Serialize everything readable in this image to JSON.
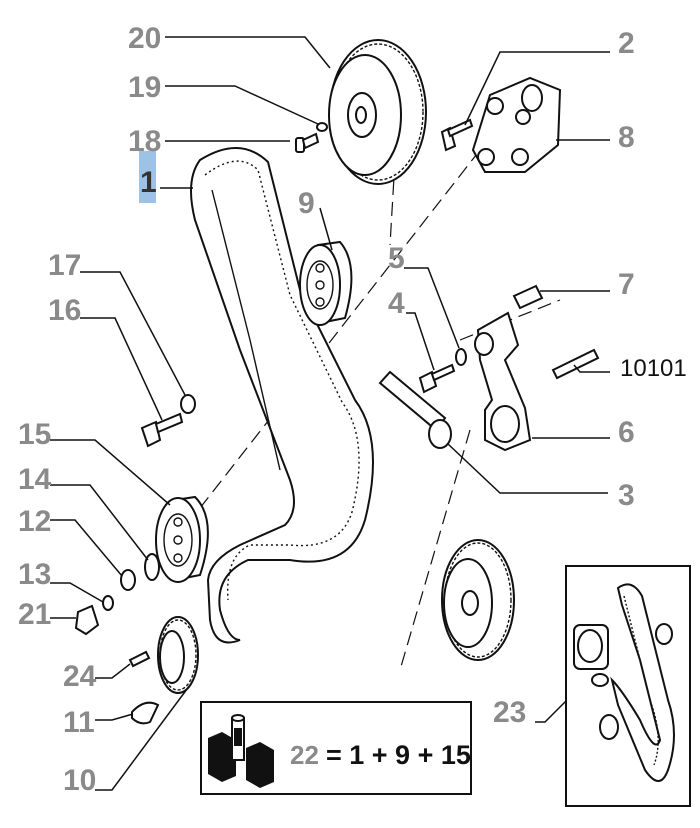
{
  "callouts": {
    "n20": "20",
    "n19": "19",
    "n18": "18",
    "n1": "1",
    "n2": "2",
    "n8": "8",
    "n9": "9",
    "n17": "17",
    "n16": "16",
    "n5": "5",
    "n7": "7",
    "n4": "4",
    "n10101": "10101",
    "n15": "15",
    "n6": "6",
    "n14": "14",
    "n3": "3",
    "n12": "12",
    "n13": "13",
    "n21": "21",
    "n24": "24",
    "n23": "23",
    "n11": "11",
    "n10": "10",
    "n22": "22"
  },
  "kit_formula": "= 1 + 9 + 15",
  "colors": {
    "callout": "#8a8a8a",
    "highlight": "#9cc3e6",
    "line": "#111111"
  }
}
